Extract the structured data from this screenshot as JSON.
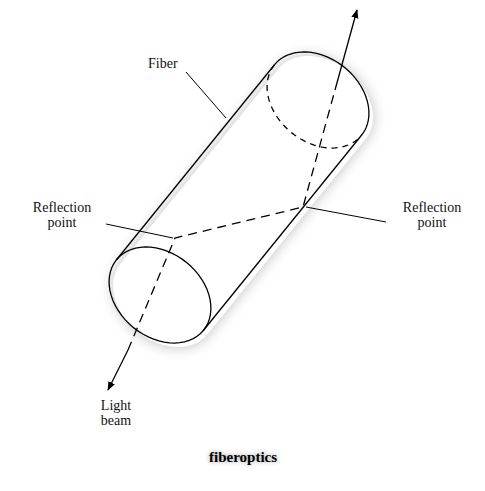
{
  "diagram": {
    "caption": "fiberoptics",
    "labels": [
      "Fiber",
      "Reflection point",
      "Reflection point",
      "Light beam"
    ]
  }
}
